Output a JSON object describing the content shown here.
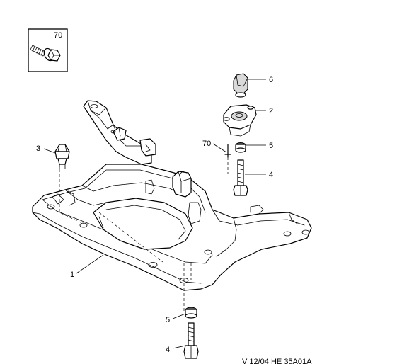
{
  "inset": {
    "label": "70"
  },
  "callouts": {
    "c1": "1",
    "c2": "2",
    "c3": "3",
    "c4_top": "4",
    "c4_bottom": "4",
    "c5_top": "5",
    "c5_bottom": "5",
    "c6": "6",
    "c70": "70"
  },
  "reference": "V 12/04 HE 35A01A"
}
